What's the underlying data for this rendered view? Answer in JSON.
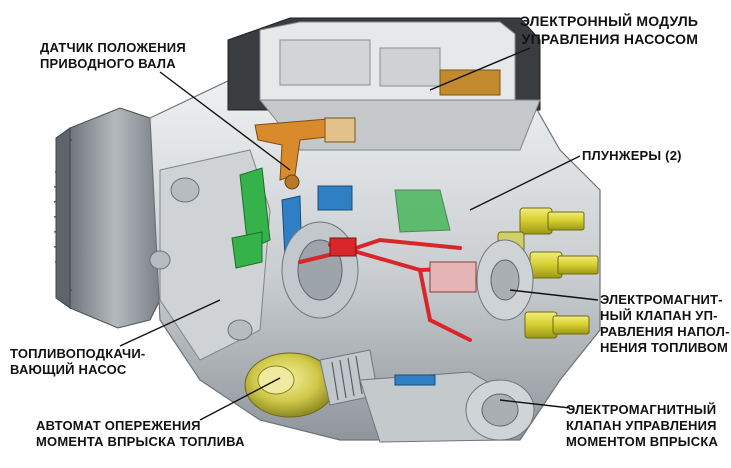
{
  "labels": {
    "ecu_module": [
      "ЭЛЕКТРОННЫЙ МОДУЛЬ",
      "УПРАВЛЕНИЯ НАСОСОМ"
    ],
    "shaft_sensor": [
      "ДАТЧИК ПОЛОЖЕНИЯ",
      "ПРИВОДНОГО ВАЛА"
    ],
    "plungers": [
      "ПЛУНЖЕРЫ (2)"
    ],
    "fill_valve": [
      "ЭЛЕКТРОМАГНИТ-",
      "НЫЙ КЛАПАН УП-",
      "РАВЛЕНИЯ НАПОЛ-",
      "НЕНИЯ ТОПЛИВОМ"
    ],
    "feed_pump": [
      "ТОПЛИВОПОДКАЧИ-",
      "ВАЮЩИЙ НАСОС"
    ],
    "timing_device": [
      "АВТОМАТ ОПЕРЕЖЕНИЯ",
      "МОМЕНТА ВПРЫСКА ТОПЛИВА"
    ],
    "timing_valve": [
      "ЭЛЕКТРОМАГНИТНЫЙ",
      "КЛАПАН УПРАВЛЕНИЯ",
      "МОМЕНТОМ ВПРЫСКА"
    ]
  },
  "colors": {
    "background": "#ffffff",
    "housing": "#d9dcde",
    "housing_shadow": "#9aa1a6",
    "gear": "#8e959a",
    "ecu_dark": "#3a3d40",
    "ecu_light": "#e6e8ea",
    "circuit_orange": "#d98a2b",
    "fuel_red": "#d8262a",
    "accent_green": "#35b24a",
    "accent_blue": "#2f7fc4",
    "fitting_yellow": "#d8d23a",
    "leader_line": "#111111"
  }
}
